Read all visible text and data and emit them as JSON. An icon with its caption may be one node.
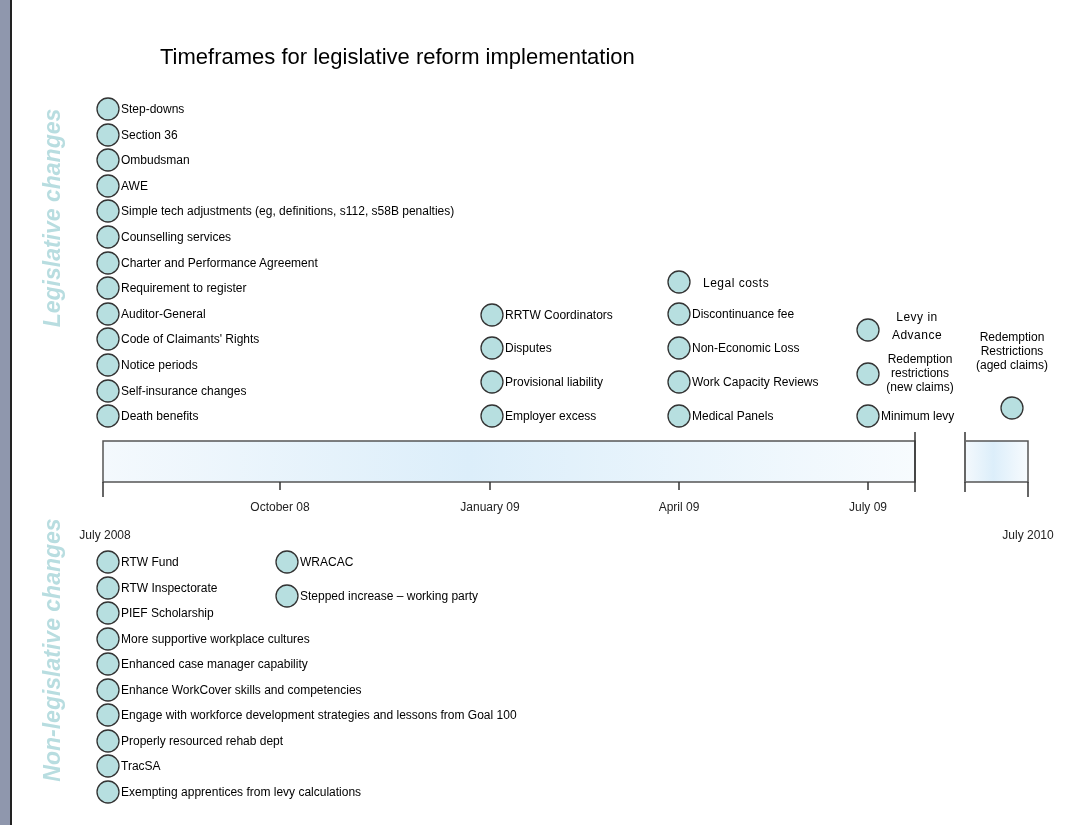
{
  "diagram": {
    "title": "Timeframes for legislative reform implementation",
    "nodes": [
      {
        "text": [],
        "shape": "circle",
        "beside": [
          "Step-downs"
        ]
      },
      {
        "text": [],
        "shape": "circle",
        "beside": [
          "Section 36"
        ]
      },
      {
        "text": [],
        "shape": "circle",
        "beside": [
          "Ombudsman"
        ]
      },
      {
        "text": [],
        "shape": "circle",
        "beside": [
          "AWE"
        ]
      },
      {
        "text": [],
        "shape": "circle",
        "beside": [
          "Simple tech adjustments (eg, definitions, s112, s58B penalties)"
        ]
      },
      {
        "text": [],
        "shape": "circle",
        "beside": [
          "Counselling services"
        ]
      },
      {
        "text": [],
        "shape": "circle",
        "beside": [
          "Charter and Performance Agreement"
        ]
      },
      {
        "text": [],
        "shape": "circle",
        "beside": [
          "Requirement to register"
        ]
      },
      {
        "text": [],
        "shape": "circle",
        "beside": [
          "Auditor-General"
        ]
      },
      {
        "text": [],
        "shape": "circle",
        "beside": [
          "Code of Claimants' Rights"
        ]
      },
      {
        "text": [],
        "shape": "circle",
        "beside": [
          "Notice periods"
        ]
      },
      {
        "text": [],
        "shape": "circle",
        "beside": [
          "Self-insurance changes"
        ]
      },
      {
        "text": [],
        "shape": "circle",
        "beside": [
          "Death benefits"
        ]
      },
      {
        "text": [],
        "shape": "circle",
        "beside": [
          "RRTW Coordinators"
        ]
      },
      {
        "text": [],
        "shape": "circle",
        "beside": [
          "Disputes"
        ]
      },
      {
        "text": [],
        "shape": "circle",
        "beside": [
          "Provisional liability"
        ]
      },
      {
        "text": [],
        "shape": "circle",
        "beside": [
          "Employer excess"
        ]
      },
      {
        "text": [],
        "shape": "circle",
        "beside": [
          "Legal costs"
        ]
      },
      {
        "text": [],
        "shape": "circle",
        "beside": [
          "Discontinuance fee"
        ]
      },
      {
        "text": [],
        "shape": "circle",
        "beside": [
          "Non-Economic Loss"
        ]
      },
      {
        "text": [],
        "shape": "circle",
        "beside": [
          "Work Capacity Reviews"
        ]
      },
      {
        "text": [],
        "shape": "circle",
        "beside": [
          "Medical Panels"
        ]
      },
      {
        "text": [],
        "shape": "circle",
        "beside": [
          "Levy in Advance"
        ]
      },
      {
        "text": [],
        "shape": "circle",
        "beside": [
          "Redemption restrictions (new claims)"
        ]
      },
      {
        "text": [],
        "shape": "circle",
        "beside": [
          "Minimum levy"
        ]
      },
      {
        "text": [],
        "shape": "circle",
        "beside": [
          "Redemption Restrictions (aged claims)"
        ]
      },
      {
        "text": [],
        "shape": "circle",
        "beside": [
          "RTW Fund"
        ]
      },
      {
        "text": [],
        "shape": "circle",
        "beside": [
          "RTW Inspectorate"
        ]
      },
      {
        "text": [],
        "shape": "circle",
        "beside": [
          "PIEF Scholarship"
        ]
      },
      {
        "text": [],
        "shape": "circle",
        "beside": [
          "More supportive workplace cultures"
        ]
      },
      {
        "text": [],
        "shape": "circle",
        "beside": [
          "Enhanced case manager capability"
        ]
      },
      {
        "text": [],
        "shape": "circle",
        "beside": [
          "Enhance WorkCover skills and competencies"
        ]
      },
      {
        "text": [],
        "shape": "circle",
        "beside": [
          "Engage with workforce development strategies and lessons from Goal 100"
        ]
      },
      {
        "text": [],
        "shape": "circle",
        "beside": [
          "Properly resourced rehab dept"
        ]
      },
      {
        "text": [],
        "shape": "circle",
        "beside": [
          "TracSA"
        ]
      },
      {
        "text": [],
        "shape": "circle",
        "beside": [
          "Exempting apprentices from levy calculations"
        ]
      },
      {
        "text": [],
        "shape": "circle",
        "beside": [
          "WRACAC"
        ]
      },
      {
        "text": [],
        "shape": "circle",
        "beside": [
          "Stepped increase – working party"
        ]
      }
    ],
    "labels": [
      "Legislative changes",
      "October 08",
      "January 09",
      "April 09",
      "July 09",
      "July 2008",
      "July 2010",
      "Non-legislative changes"
    ]
  }
}
